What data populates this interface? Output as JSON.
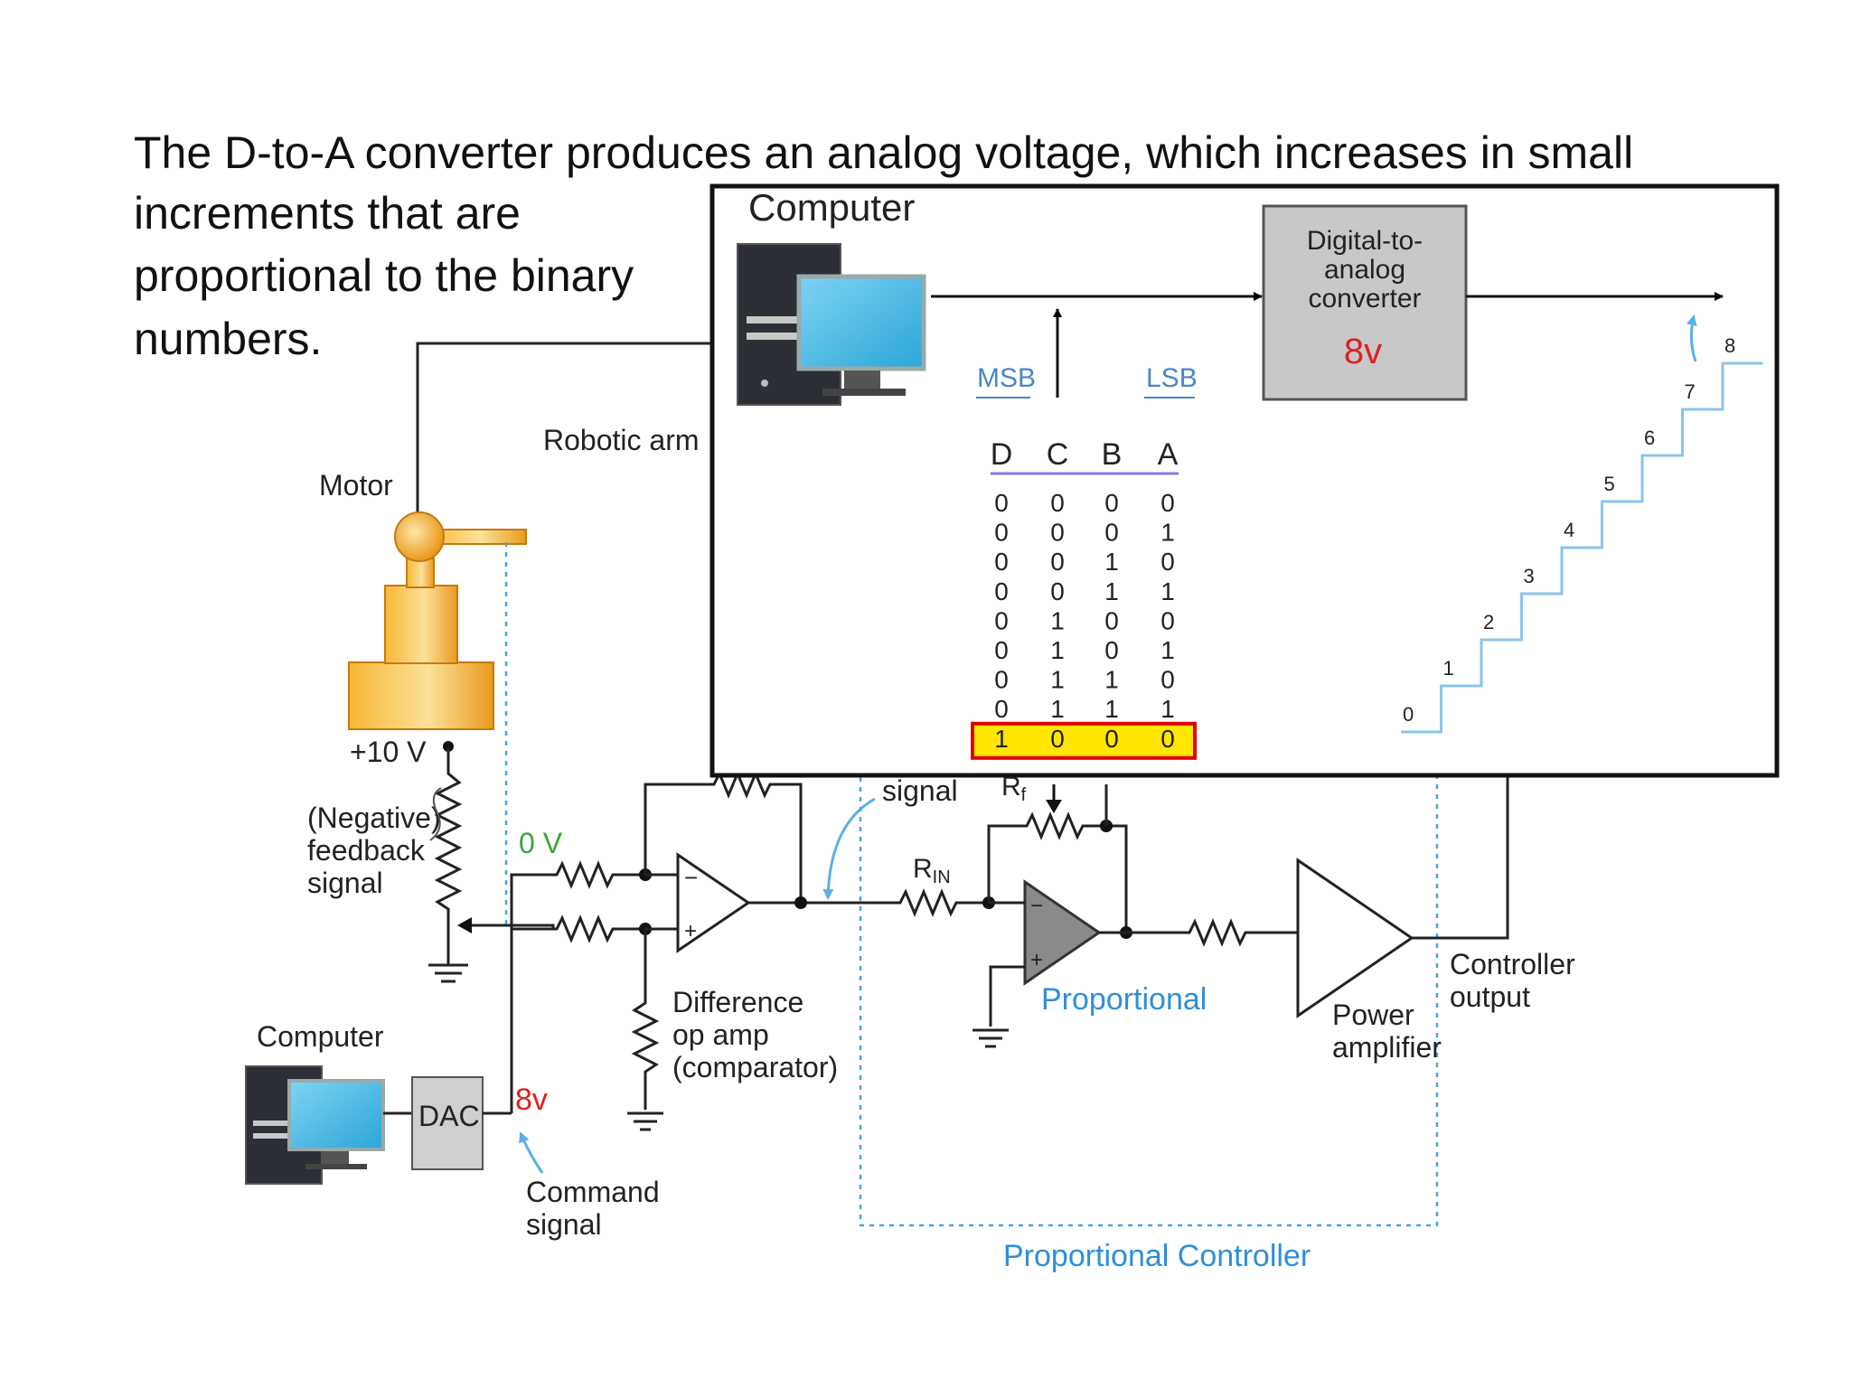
{
  "caption": {
    "line1": "The D-to-A converter produces an analog voltage, which increases in small",
    "line2": "increments that are",
    "line3": "proportional to the binary",
    "line4": "numbers."
  },
  "circuit": {
    "robotic_arm_label": "Robotic arm",
    "motor_label": "Motor",
    "plus10v_label": "+10 V",
    "feedback_line1": "(Negative)",
    "feedback_line2": "feedback",
    "feedback_line3": "signal",
    "zero_v_label": "0 V",
    "computer_label": "Computer",
    "dac_label": "DAC",
    "dac_value": "8v",
    "command_line1": "Command",
    "command_line2": "signal",
    "diff_line1": "Difference",
    "diff_line2": "op amp",
    "diff_line3": "(comparator)",
    "error_signal_label": "signal",
    "rf_label": "Rf",
    "rin_label": "RIN",
    "proportional_label": "Proportional",
    "power_amp_line1": "Power",
    "power_amp_line2": "amplifier",
    "controller_output_line1": "Controller",
    "controller_output_line2": "output",
    "proportional_controller_label": "Proportional Controller"
  },
  "inset": {
    "computer_label": "Computer",
    "dac_box_line1": "Digital-to-",
    "dac_box_line2": "analog",
    "dac_box_line3": "converter",
    "dac_box_value": "8v",
    "msb_label": "MSB",
    "lsb_label": "LSB",
    "table_headers": [
      "D",
      "C",
      "B",
      "A"
    ],
    "table_rows": [
      [
        "0",
        "0",
        "0",
        "0"
      ],
      [
        "0",
        "0",
        "0",
        "1"
      ],
      [
        "0",
        "0",
        "1",
        "0"
      ],
      [
        "0",
        "0",
        "1",
        "1"
      ],
      [
        "0",
        "1",
        "0",
        "0"
      ],
      [
        "0",
        "1",
        "0",
        "1"
      ],
      [
        "0",
        "1",
        "1",
        "0"
      ],
      [
        "0",
        "1",
        "1",
        "1"
      ],
      [
        "1",
        "0",
        "0",
        "0"
      ]
    ],
    "highlighted_row": 8,
    "staircase_labels": [
      "0",
      "1",
      "2",
      "3",
      "4",
      "5",
      "6",
      "7",
      "8"
    ]
  },
  "colors": {
    "voltage_red": "#e02020",
    "controller_blue": "#2f8fd6",
    "highlight_yellow": "#ffe600",
    "highlight_border": "#e00000",
    "motor_orange": "#f4a928",
    "dac_box_gray": "#c8c8c8",
    "staircase_blue": "#8cc4ea",
    "table_rule": "#8877dd"
  }
}
